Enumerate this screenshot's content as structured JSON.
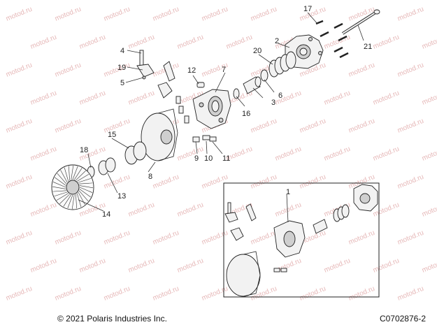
{
  "watermark": "motod.ru",
  "callouts": [
    "1",
    "2",
    "3",
    "4",
    "5",
    "6",
    "7",
    "8",
    "9",
    "10",
    "11",
    "12",
    "13",
    "14",
    "15",
    "16",
    "17",
    "18",
    "19",
    "20",
    "21"
  ],
  "footer": {
    "copyright": "© 2021 Polaris Industries Inc.",
    "code": "C0702876-2"
  }
}
